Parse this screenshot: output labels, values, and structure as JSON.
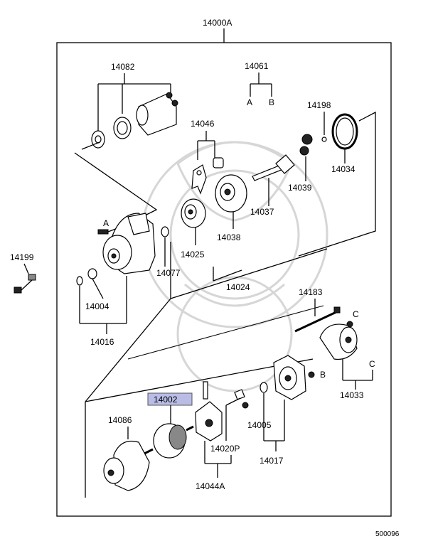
{
  "diagram": {
    "assembly_label": "14000A",
    "highlight_color": "#b9bde6",
    "highlighted_part": "14002",
    "ref_code": "500096",
    "labels": {
      "p14082": "14082",
      "p14061": "14061",
      "pA1": "A",
      "pB1": "B",
      "p14198": "14198",
      "p14046": "14046",
      "p14034": "14034",
      "p14039": "14039",
      "p14037": "14037",
      "pA2": "A",
      "p14038": "14038",
      "p14025": "14025",
      "p14199": "14199",
      "p14077": "14077",
      "p14024": "14024",
      "p14004": "14004",
      "p14183": "14183",
      "p14016": "14016",
      "pC1": "C",
      "pC2": "C",
      "pB2": "B",
      "p14002": "14002",
      "p14033": "14033",
      "p14086": "14086",
      "p14005": "14005",
      "p14020P": "14020P",
      "p14017": "14017",
      "p14044A": "14044A"
    }
  }
}
